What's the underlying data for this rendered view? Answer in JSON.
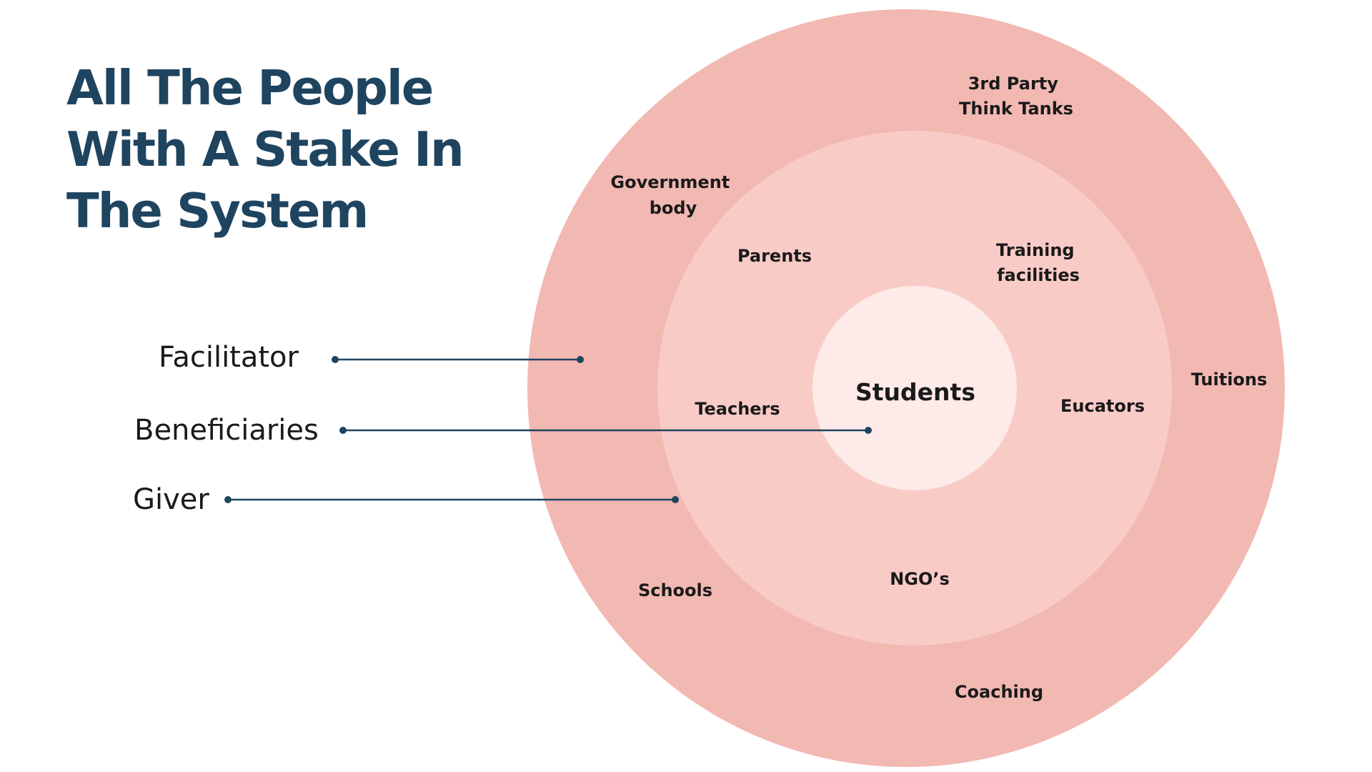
{
  "title": {
    "lines": [
      "All The People",
      "With A Stake In",
      "The System"
    ]
  },
  "colors": {
    "title": "#1f4460",
    "outer_ring": "#f2b8b2",
    "middle_ring": "#f9cbc7",
    "inner_circle": "#feeae8",
    "connector": "#1f4460",
    "label_text": "#1a1a1a",
    "node_text": "#1a1a1a"
  },
  "legend": [
    {
      "label": "Facilitator",
      "target_ring": "outer"
    },
    {
      "label": "Beneficiaries",
      "target_ring": "inner"
    },
    {
      "label": "Giver",
      "target_ring": "middle"
    }
  ],
  "rings": {
    "outer": {
      "items": [
        {
          "lines": [
            "3rd Party",
            "Think Tanks"
          ]
        },
        {
          "lines": [
            "Government",
            "body"
          ]
        },
        {
          "lines": [
            "Tuitions"
          ]
        },
        {
          "lines": [
            "Schools"
          ]
        },
        {
          "lines": [
            "Coaching"
          ]
        }
      ]
    },
    "middle": {
      "items": [
        {
          "lines": [
            "Parents"
          ]
        },
        {
          "lines": [
            "Training",
            "facilities"
          ]
        },
        {
          "lines": [
            "Teachers"
          ]
        },
        {
          "lines": [
            "Eucators"
          ]
        },
        {
          "lines": [
            "NGO’s"
          ]
        }
      ]
    },
    "inner": {
      "label": "Students"
    }
  }
}
